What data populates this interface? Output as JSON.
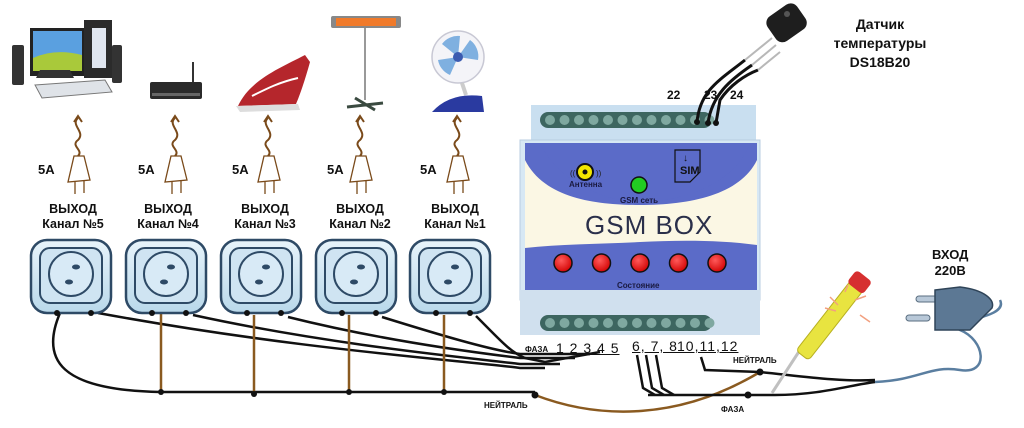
{
  "outputs": [
    {
      "amp": "5A",
      "title": "ВЫХОД",
      "channel": "Канал №5",
      "device": "computer"
    },
    {
      "amp": "5A",
      "title": "ВЫХОД",
      "channel": "Канал №4",
      "device": "router"
    },
    {
      "amp": "5A",
      "title": "ВЫХОД",
      "channel": "Канал №3",
      "device": "iron"
    },
    {
      "amp": "5A",
      "title": "ВЫХОД",
      "channel": "Канал №2",
      "device": "heater"
    },
    {
      "amp": "5A",
      "title": "ВЫХОД",
      "channel": "Канал №1",
      "device": "fan"
    }
  ],
  "sensor": {
    "line1": "Датчик",
    "line2": "температуры",
    "line3": "DS18B20",
    "pins": [
      "22",
      "23",
      "24"
    ]
  },
  "gsm_box": {
    "title": "GSM BOX",
    "antenna_label": "Антенна",
    "network_label": "GSM сеть",
    "sim_label": "SIM",
    "status_label": "Состояние",
    "status_led_count": 5,
    "colors": {
      "body": "#5b6bc8",
      "cream": "#fbf7e4",
      "status_led": "#e01010",
      "network_led": "#22cc22",
      "antenna": "#f2e600"
    }
  },
  "terminals": {
    "phase_label": "ФАЗА",
    "phase_terms": "1 2 3 4 5",
    "group_678": "6, 7, 8",
    "group_101112": "10,11,12",
    "neutral_label_right": "НЕЙТРАЛЬ",
    "neutral_label_bottom": "НЕЙТРАЛЬ",
    "phase_label_bottom": "ФАЗА"
  },
  "input": {
    "line1": "ВХОД",
    "line2": "220В"
  }
}
